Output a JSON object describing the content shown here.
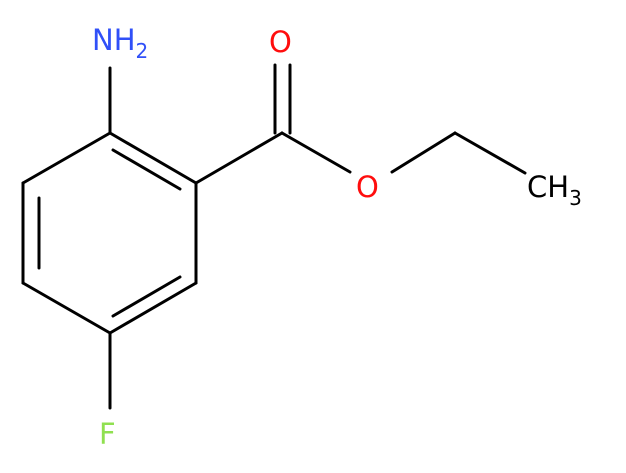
{
  "molecule": {
    "atoms": {
      "amine": {
        "main": "NH",
        "sub": "2",
        "color": "#3050F8"
      },
      "carbonyl_oxygen": {
        "text": "O",
        "color": "#FF0D0D"
      },
      "ester_oxygen": {
        "text": "O",
        "color": "#FF0D0D"
      },
      "methyl": {
        "main": "CH",
        "sub": "3",
        "color": "#000000"
      },
      "fluorine": {
        "text": "F",
        "color": "#90E050"
      }
    },
    "bond_color": "#000000"
  }
}
